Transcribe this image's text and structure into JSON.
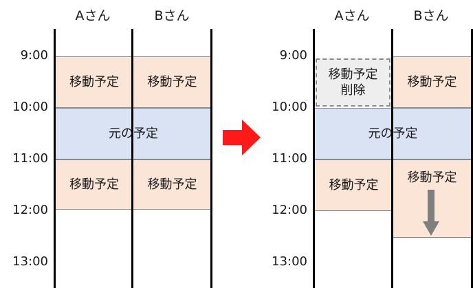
{
  "left": {
    "columns": [
      "Aさん",
      "Bさん"
    ],
    "times": [
      "9:00",
      "10:00",
      "11:00",
      "12:00",
      "13:00"
    ],
    "blocks": {
      "a_morning": "移動予定",
      "b_morning": "移動予定",
      "original": "元の予定",
      "a_after": "移動予定",
      "b_after": "移動予定"
    }
  },
  "right": {
    "columns": [
      "Aさん",
      "Bさん"
    ],
    "times": [
      "9:00",
      "10:00",
      "11:00",
      "12:00",
      "13:00"
    ],
    "blocks": {
      "a_deleted_line1": "移動予定",
      "a_deleted_line2": "削除",
      "b_morning": "移動予定",
      "original": "元の予定",
      "a_after": "移動予定",
      "b_after": "移動予定"
    }
  },
  "colors": {
    "move_block": "#fbe5d6",
    "original_block": "#dae3f3",
    "deleted_block": "#eeeeee",
    "transition_arrow": "#ff1a1a",
    "shift_arrow": "#7f7f7f"
  },
  "icons": {
    "transition": "right-arrow-icon",
    "shift": "down-arrow-icon"
  }
}
